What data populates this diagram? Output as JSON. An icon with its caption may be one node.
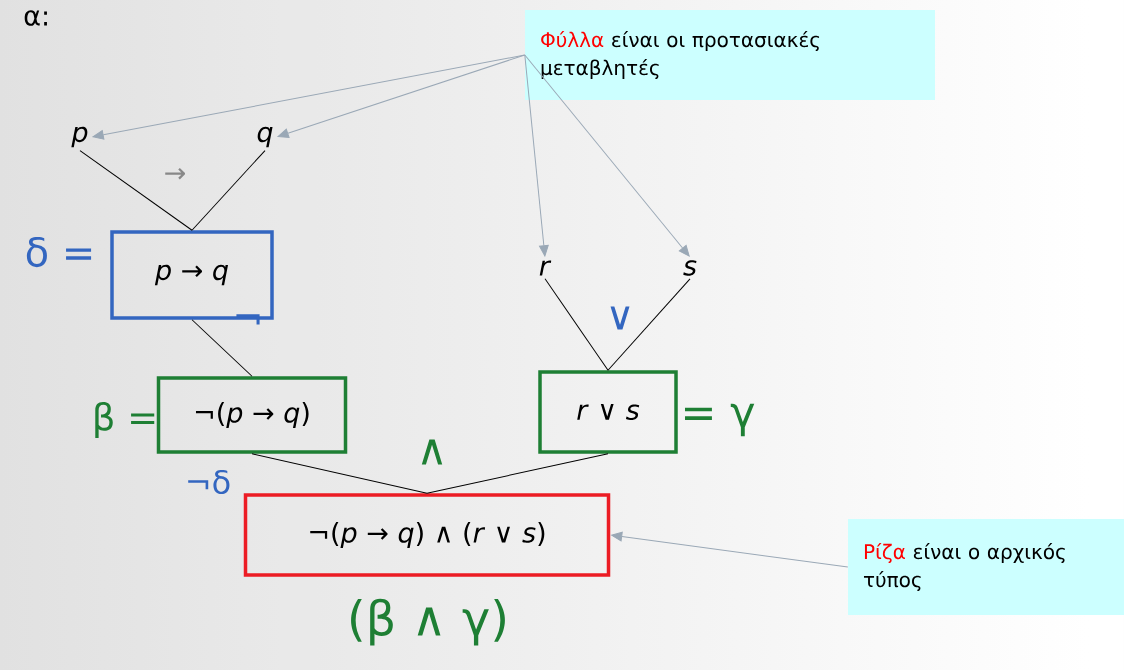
{
  "diagram": {
    "nodes": [
      {
        "text": [
          "Φύλλα",
          "είναι οι προτασιακές μεταβλητές"
        ]
      },
      {
        "text": [
          "*p*"
        ]
      },
      {
        "text": [
          "*q*"
        ]
      },
      {
        "text": [
          "*p* → *q*"
        ]
      },
      {
        "text": [
          "¬(*p* → *q*)"
        ]
      },
      {
        "text": [
          "*r*"
        ]
      },
      {
        "text": [
          "*s*"
        ]
      },
      {
        "text": [
          "*r* ∨ *s*"
        ]
      },
      {
        "text": [
          "¬(*p* → *q*) ∧ (*r* ∨ *s*)"
        ]
      },
      {
        "text": [
          "Ρίζα",
          "είναι ο αρχικός τύπος"
        ]
      }
    ],
    "edges": [
      {
        "from": 0,
        "to": 1,
        "arrow": "to",
        "color": "#9aa8b6"
      },
      {
        "from": 0,
        "to": 2,
        "arrow": "to",
        "color": "#9aa8b6"
      },
      {
        "from": 0,
        "to": 5,
        "arrow": "to",
        "color": "#9aa8b6"
      },
      {
        "from": 0,
        "to": 6,
        "arrow": "to",
        "color": "#9aa8b6"
      },
      {
        "from": 1,
        "to": 3,
        "arrow": "none"
      },
      {
        "from": 2,
        "to": 3,
        "arrow": "none"
      },
      {
        "from": 3,
        "to": 4,
        "arrow": "none"
      },
      {
        "from": 5,
        "to": 7,
        "arrow": "none"
      },
      {
        "from": 6,
        "to": 7,
        "arrow": "none"
      },
      {
        "from": 4,
        "to": 8,
        "arrow": "none"
      },
      {
        "from": 7,
        "to": 8,
        "arrow": "none"
      },
      {
        "from": 9,
        "to": 8,
        "arrow": "to",
        "color": "#9aa8b6"
      }
    ],
    "labels": [
      "α:",
      "→",
      "δ =",
      "¬",
      "∨",
      "β =",
      "∧",
      "= γ",
      "¬δ",
      "(β ∧ γ)"
    ]
  }
}
